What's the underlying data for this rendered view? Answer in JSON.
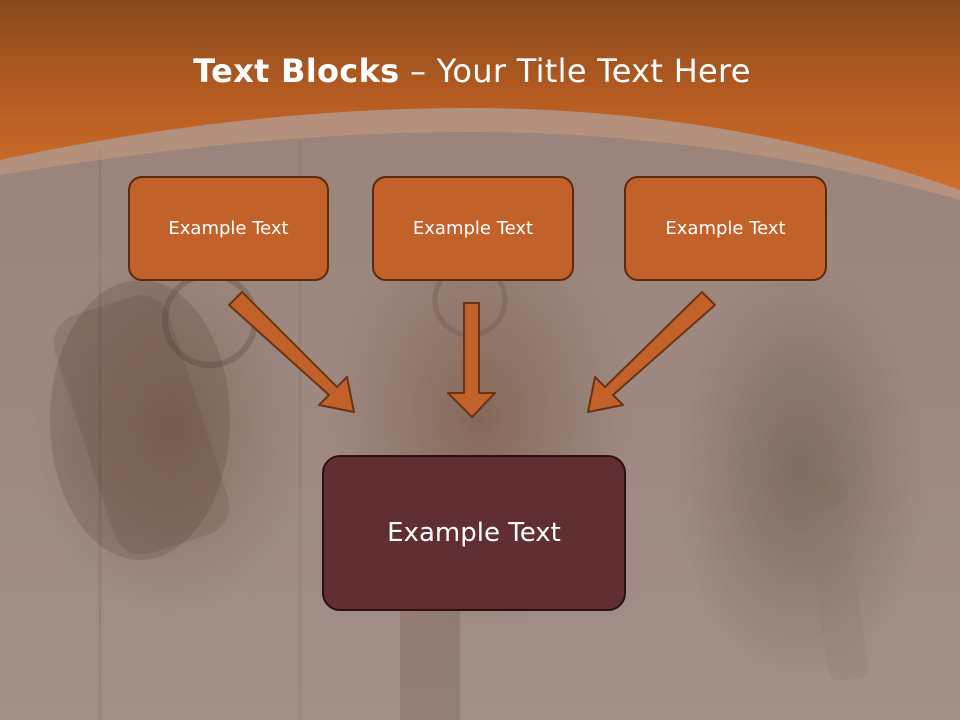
{
  "title": {
    "bold": "Text Blocks",
    "separator": " – ",
    "rest": "Your Title Text Here"
  },
  "boxes": {
    "left": "Example Text",
    "center": "Example Text",
    "right": "Example Text",
    "main": "Example Text"
  },
  "colors": {
    "header": "#c8692a",
    "box_fill": "#c2622a",
    "main_box_fill": "#612f31",
    "arrow_fill": "#c2622a",
    "arrow_stroke": "#6a3414",
    "text": "#ffffff"
  }
}
